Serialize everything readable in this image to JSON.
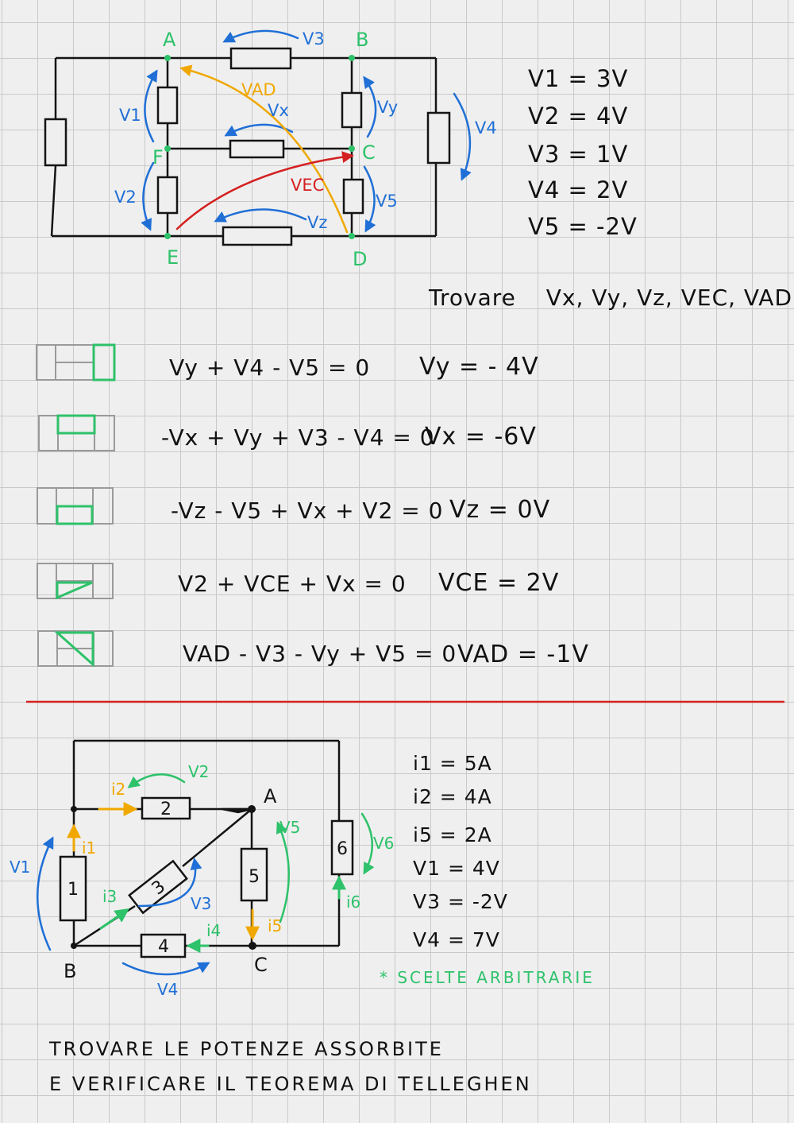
{
  "colors": {
    "wire": "#141414",
    "node_label": "#2ec26a",
    "arrow_blue": "#1f6fd6",
    "arrow_orange": "#f0a800",
    "arrow_red": "#d42020",
    "divider": "#d42020",
    "highlight": "#2ec26a",
    "mini_box": "#9a9a9a"
  },
  "circuit1": {
    "nodes": {
      "A": "A",
      "B": "B",
      "C": "C",
      "D": "D",
      "E": "E",
      "F": "F"
    },
    "voltage_labels": {
      "v1": "V1",
      "v2": "V2",
      "v3": "V3",
      "v4": "V4",
      "v5": "V5",
      "vx": "Vx",
      "vy": "Vy",
      "vz": "Vz",
      "vad": "VAD",
      "vec": "VEC"
    }
  },
  "given1": [
    "V1 = 3V",
    "V2 = 4V",
    "V3 = 1V",
    "V4 = 2V",
    "V5 = -2V"
  ],
  "task1": {
    "prefix": "Trovare",
    "unknowns": "Vx, Vy, Vz, VEC, VAD"
  },
  "kvl": [
    {
      "equation": "Vy + V4 - V5 = 0",
      "result": "Vy = - 4V"
    },
    {
      "equation": "-Vx + Vy + V3 - V4 = 0",
      "result": "Vx = -6V"
    },
    {
      "equation": "-Vz - V5 + Vx + V2 = 0",
      "result": "Vz = 0V"
    },
    {
      "equation": "V2 + VCE + Vx = 0",
      "result": "VCE = 2V"
    },
    {
      "equation": "VAD - V3 - Vy + V5 = 0",
      "result": "VAD = -1V"
    }
  ],
  "circuit2": {
    "nodes": {
      "A": "A",
      "B": "B",
      "C": "C"
    },
    "resistors": [
      "1",
      "2",
      "3",
      "4",
      "5",
      "6"
    ],
    "voltage_labels": {
      "v1": "V1",
      "v2": "V2",
      "v3": "V3",
      "v4": "V4",
      "v5": "V5",
      "v6": "V6"
    },
    "current_labels": {
      "i1": "i1",
      "i2": "i2",
      "i3": "i3",
      "i4": "i4",
      "i5": "i5",
      "i6": "i6"
    }
  },
  "given2": [
    "i1 = 5A",
    "i2 = 4A",
    "i5 = 2A",
    "V1 = 4V",
    "V3 = -2V",
    "V4 = 7V"
  ],
  "note2": "* SCELTE ARBITRARIE",
  "task2": {
    "line1": "TROVARE LE POTENZE ASSORBITE",
    "line2": "E VERIFICARE IL TEOREMA DI TELLEGHEN"
  }
}
